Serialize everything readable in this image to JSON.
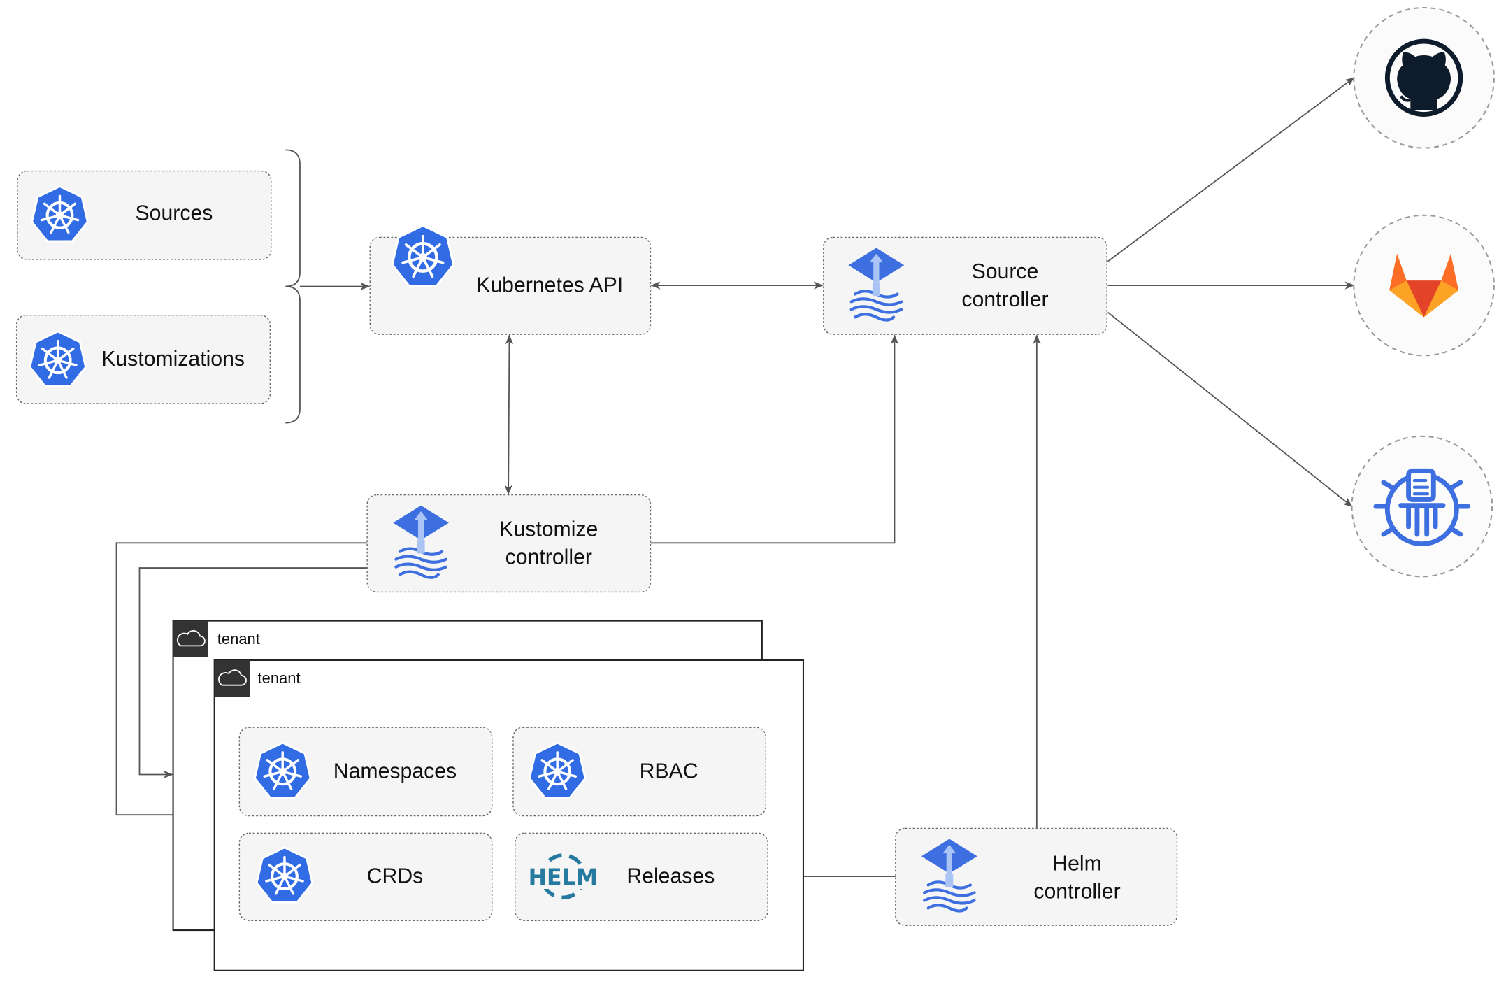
{
  "nodes": {
    "sources": "Sources",
    "kustomizations": "Kustomizations",
    "kubernetes_api": "Kubernetes API",
    "source_controller": [
      "Source",
      "controller"
    ],
    "kustomize_controller": [
      "Kustomize",
      "controller"
    ],
    "helm_controller": [
      "Helm",
      "controller"
    ],
    "namespaces": "Namespaces",
    "rbac": "RBAC",
    "crds": "CRDs",
    "releases": "Releases"
  },
  "tenants": [
    "tenant",
    "tenant"
  ],
  "helm_logo_text": "HELM",
  "external": [
    "github-icon",
    "gitlab-icon",
    "bucket-icon"
  ],
  "colors": {
    "k8s_blue": "#326CE5",
    "flux_blue": "#3D6FE0",
    "helm_blue": "#277A9F",
    "github_dark": "#0D1B2A",
    "gitlab_orange": "#E24329",
    "tenant_header": "#333333"
  }
}
